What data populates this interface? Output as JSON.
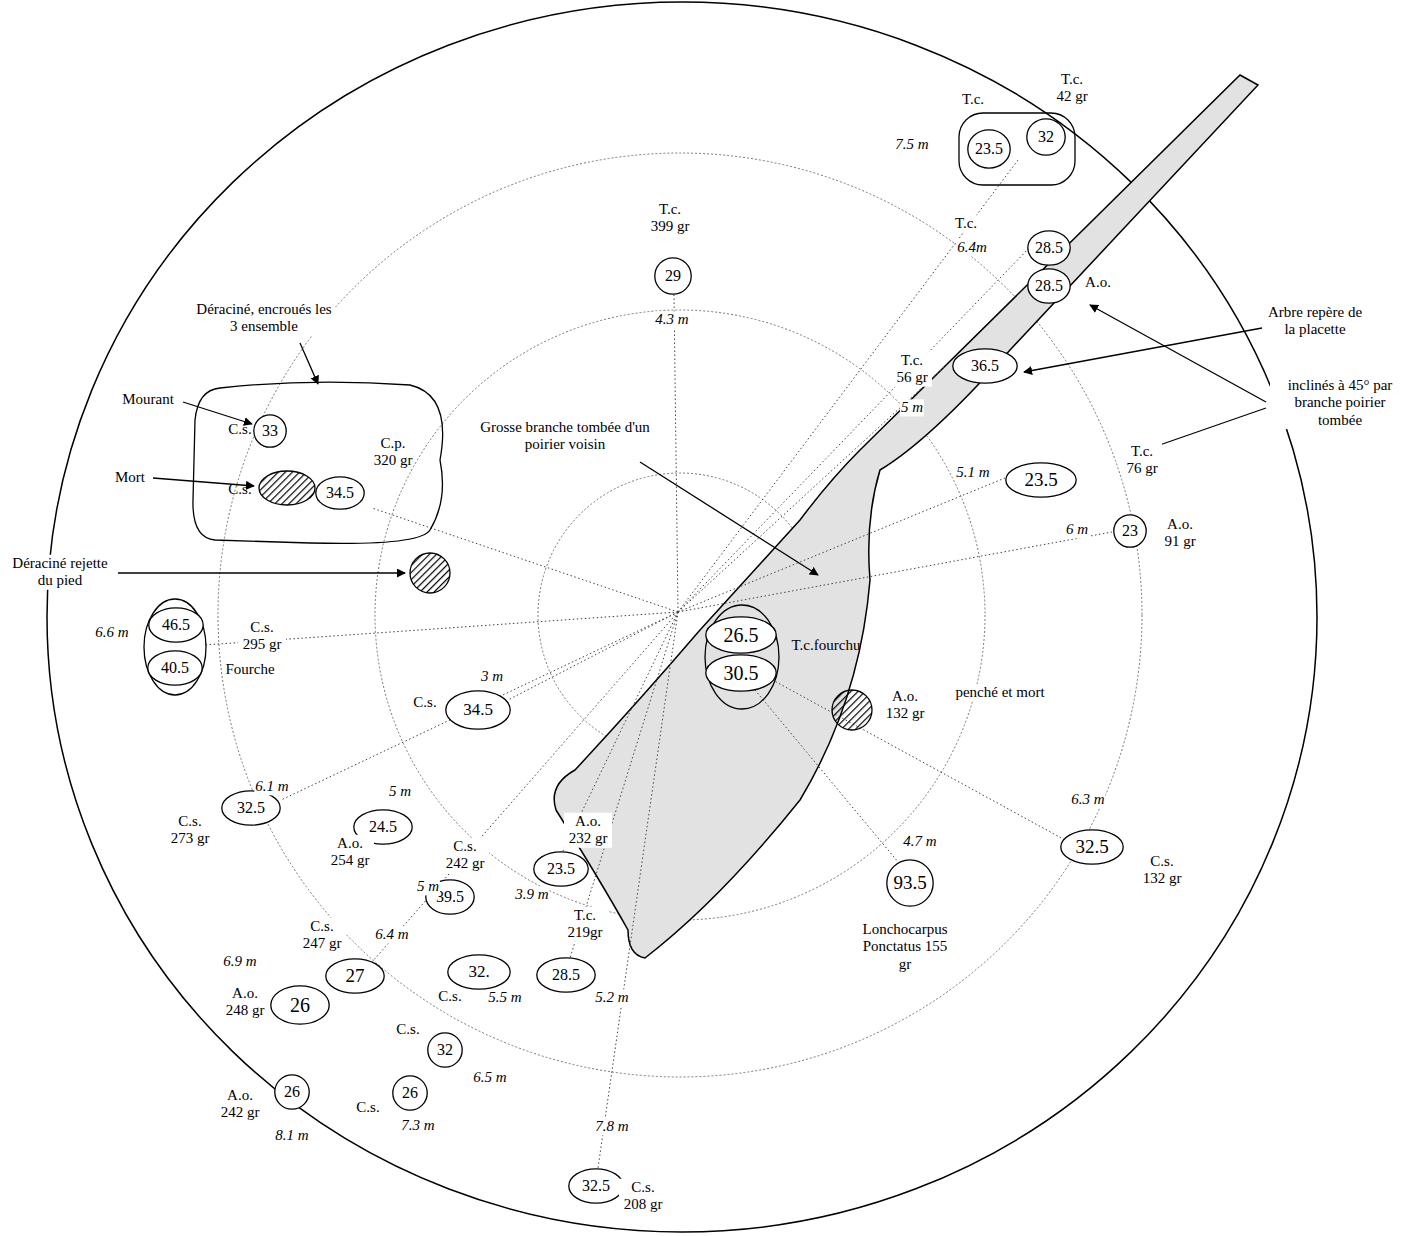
{
  "diagram": {
    "nodes": [
      {
        "text": [
          "T.c.",
          "T.c. 42 gr"
        ]
      },
      {
        "text": [
          "23.5"
        ],
        "in": 0
      },
      {
        "text": [
          "32"
        ],
        "in": 0
      },
      {
        "text": [
          "29"
        ]
      },
      {
        "text": [
          "28.5"
        ]
      },
      {
        "text": [
          "28.5"
        ]
      },
      {
        "text": [
          "36.5"
        ]
      },
      {
        "text": [
          "23.5"
        ]
      },
      {
        "text": [
          "23"
        ]
      },
      {
        "text": [
          "C.s.",
          "C.s.",
          "C.p. 320 gr"
        ]
      },
      {
        "text": [
          "33"
        ],
        "in": 9
      },
      {
        "text": [
          "34.5"
        ],
        "in": 9
      },
      {
        "text": [
          "Fourche"
        ]
      },
      {
        "text": [
          "46.5"
        ],
        "in": 12
      },
      {
        "text": [
          "40.5"
        ],
        "in": 12
      },
      {
        "text": [
          "T.c.fourchu"
        ]
      },
      {
        "text": [
          "26.5"
        ],
        "in": 15
      },
      {
        "text": [
          "30.5"
        ],
        "in": 15
      },
      {
        "text": [
          "34.5"
        ]
      },
      {
        "text": [
          "32.5"
        ]
      },
      {
        "text": [
          "24.5"
        ]
      },
      {
        "text": [
          "23.5"
        ]
      },
      {
        "text": [
          "39.5"
        ]
      },
      {
        "text": [
          "93.5"
        ]
      },
      {
        "text": [
          "32.5"
        ]
      },
      {
        "text": [
          "27"
        ]
      },
      {
        "text": [
          "26"
        ]
      },
      {
        "text": [
          "32."
        ]
      },
      {
        "text": [
          "28.5"
        ]
      },
      {
        "text": [
          "32"
        ]
      },
      {
        "text": [
          "26"
        ]
      },
      {
        "text": [
          "26"
        ]
      },
      {
        "text": [
          "32.5"
        ]
      }
    ],
    "labels": [
      "T.c. 399 gr",
      "4.3 m",
      "7.5 m",
      "T.c.",
      "6.4m",
      "A.o.",
      "T.c. 56 gr",
      "5 m",
      "Arbre repère de la placette",
      "inclinés à 45° par branche poirier tombée",
      "T.c. 76 gr",
      "5.1 m",
      "6 m",
      "A.o. 91 gr",
      "Déraciné, encroués les 3 ensemble",
      "Mourant",
      "Mort",
      "Grosse branche tombée d'un poirier voisin",
      "Déraciné rejette du pied",
      "6.6 m",
      "C.s. 295 gr",
      "penché et mort",
      "A.o. 132 gr",
      "3 m",
      "C.s.",
      "6.1 m",
      "C.s. 273 gr",
      "5 m",
      "A.o. 254 gr",
      "C.s. 242 gr",
      "A.o. 232 gr",
      "5 m",
      "3.9 m",
      "T.c. 219gr",
      "6.3 m",
      "C.s. 132 gr",
      "4.7 m",
      "Lonchocarpus Ponctatus 155 gr",
      "C.s. 247 gr",
      "6.4 m",
      "6.9 m",
      "A.o. 248 gr",
      "C.s.",
      "5.5 m",
      "5.2 m",
      "C.s.",
      "6.5 m",
      "A.o. 242 gr",
      "C.s.",
      "7.3 m",
      "8.1 m",
      "7.8 m",
      "C.s. 208 gr"
    ]
  }
}
